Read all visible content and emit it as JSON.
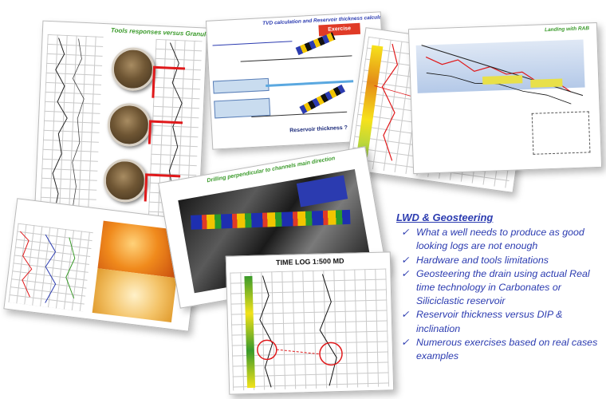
{
  "slides": {
    "granulometry": {
      "title": "Tools responses versus Granulometry"
    },
    "tvd": {
      "title": "TVD calculation and Reservoir thickness calculation",
      "exercise": "Exercise",
      "reservoir_q": "Reservoir thickness ?"
    },
    "landing_rab": {
      "title": "Landing with RAB"
    },
    "drilling": {
      "title": "Drilling perpendicular to channels main direction"
    },
    "time_log": {
      "title": "TIME LOG 1:500 MD"
    }
  },
  "info_panel": {
    "heading": "LWD & Geosteering",
    "items": [
      "What a well needs to produce as good looking logs are not enough",
      "Hardware and tools limitations",
      "Geosteering the drain using actual Real time technology in Carbonates or Siliciclastic reservoir",
      "Reservoir thickness versus DIP & inclination",
      "Numerous exercises based on real cases examples"
    ]
  },
  "colors": {
    "text_blue": "#2b3bb0",
    "title_green": "#3a9a2a",
    "arrow_red": "#e0191b"
  },
  "icons": {
    "bullet": "check-icon"
  }
}
